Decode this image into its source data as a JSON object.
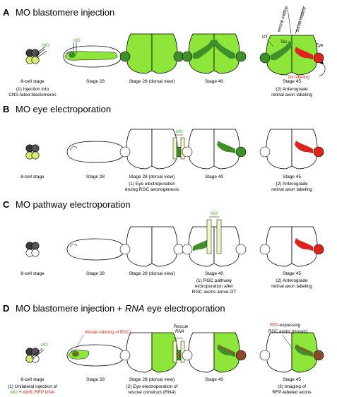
{
  "colors": {
    "light_green": "#8ee63a",
    "dark_green": "#3f8f2a",
    "red": "#e0221c",
    "rfp_brown": "#8a4b2a",
    "black": "#000000",
    "electrode_fill": "#f3f6c8"
  },
  "panels": [
    {
      "letter": "A",
      "title": "MO blastomere injection",
      "stages": [
        "8-cell stage",
        "Stage 28",
        "Stage 28 (dorsal view)",
        "Stage 40",
        "Stage 45"
      ],
      "captions": {
        "c1": [
          "(1) Injection into",
          "CNS-fated blastomeres"
        ],
        "c5": [
          "(2) Anterograde",
          "retinal axon labeling"
        ]
      },
      "labels": {
        "mo_8cell": "MO",
        "mo_stage28": "MO",
        "ventral_midline": "ventral midline",
        "dorsal_midline": "dorsal midline",
        "ot": "OT",
        "tec": "Tec",
        "eye": "Eye",
        "dil": "DiI labeling"
      }
    },
    {
      "letter": "B",
      "title": "MO eye electroporation",
      "stages": [
        "8-cell stage",
        "Stage 28",
        "Stage 28 (dorsal view)",
        "Stage 40",
        "Stage 45"
      ],
      "captions": {
        "c3": [
          "(1) Eye electroporation",
          "druing RGC axonogenesis"
        ],
        "c5": [
          "(2) Anterograde",
          "retinal axon labeling"
        ]
      },
      "labels": {
        "mo": "MO"
      }
    },
    {
      "letter": "C",
      "title": "MO pathway electroporation",
      "stages": [
        "8-cell stage",
        "Stage 28",
        "Stage 28 (dorsal view)",
        "Stage 40",
        "Stage 45"
      ],
      "captions": {
        "c4": [
          "(1) RGC pathway",
          "elctroporation after",
          "RGC axons arrive OT"
        ],
        "c5": [
          "(2) Anterograde",
          "retinal axon labeling"
        ]
      },
      "labels": {
        "mo": "MO"
      }
    },
    {
      "letter": "D",
      "title": "MO blastomere injection + ",
      "title_italic": "RNA",
      "title_tail": " eye electroporation",
      "stages": [
        "8-cell stage",
        "Stage 28",
        "Stage 28 (dorsal view)",
        "Stage 40",
        "Stage 45"
      ],
      "captions": {
        "c1_a": "(1) Unilateral injection of",
        "c1_mo": "MO",
        "c1_plus": " + ",
        "c1_dna": "Ath5::RFP DNA",
        "c3": [
          "(2) Eye electroporation of",
          "rescue construct ("
        ],
        "c3_rna": "RNA",
        "c3_close": ")",
        "c5": [
          "(3) Imaging of",
          "RFP-labeled axons"
        ]
      },
      "labels": {
        "mo_8cell": "MO",
        "mosaic": "Mosaic-labeling of RGCs",
        "rescue": "Rescue",
        "rescue_rna": "RNA",
        "rfp": "RFP",
        "rfp_tail": "-expressing",
        "rgc_axons": "RGC axons (mosaic)"
      }
    }
  ]
}
